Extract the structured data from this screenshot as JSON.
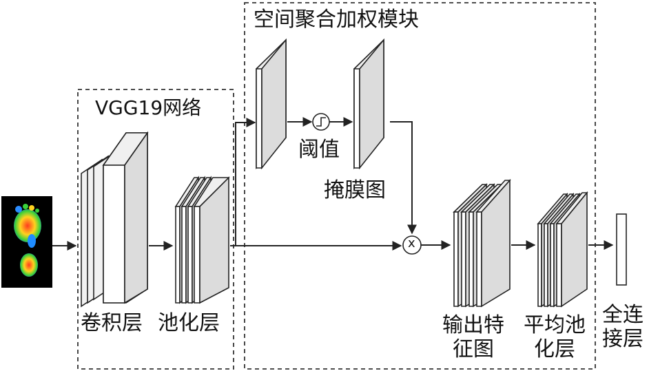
{
  "diagram": {
    "groups": {
      "vgg": "VGG19网络",
      "sam": "空间聚合加权模块"
    },
    "labels": {
      "conv": "卷积层",
      "pool": "池化层",
      "threshold": "阈值",
      "mask": "掩膜图",
      "out_feat": [
        "输出特",
        "征图"
      ],
      "avg_pool": [
        "平均池",
        "化层"
      ],
      "fc": [
        "全连",
        "接层"
      ]
    },
    "symbols": {
      "multiply": "x",
      "step": "threshold-step-icon"
    },
    "colors": {
      "layer_fill": "#dcdcdc",
      "layer_stroke": "#222222",
      "line": "#222222",
      "dash": "#333333"
    }
  }
}
